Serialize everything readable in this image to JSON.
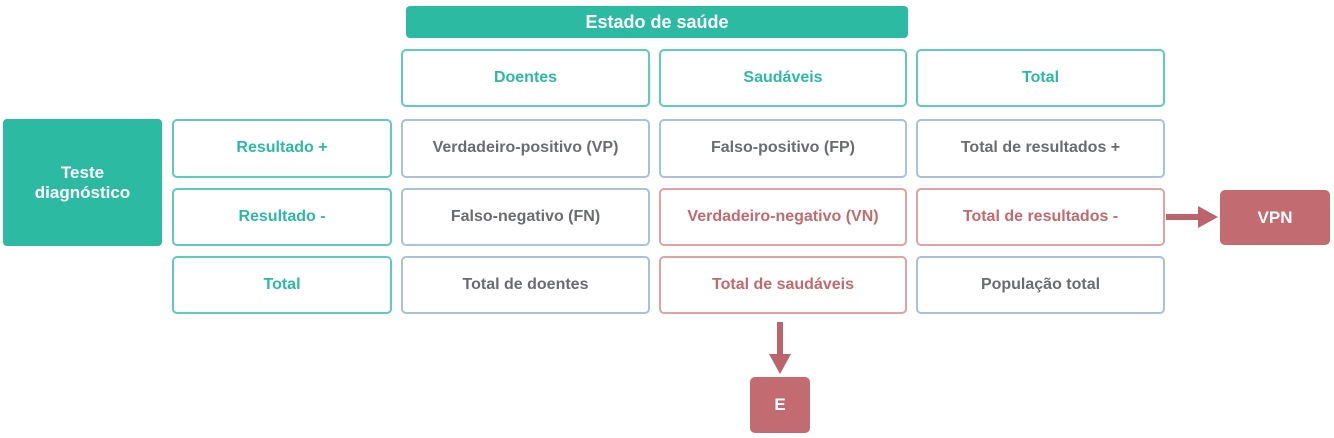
{
  "palette": {
    "teal_fill": "#2CBAA3",
    "teal_border": "#5FCCB9",
    "teal_text": "#2CBAA3",
    "blue_border": "#A9C2D9",
    "gray_text": "#6B6C6F",
    "red_border": "#DCA3A4",
    "red_text": "#C4696E",
    "red_fill": "#C26B70",
    "arrow_red": "#BB646B",
    "background": "#FFFFFF"
  },
  "table": {
    "health_header": "Estado de saúde",
    "corner_title": "Teste\ndiagnóstico",
    "col_headers": [
      "Doentes",
      "Saudáveis",
      "Total"
    ],
    "row_headers": [
      "Resultado +",
      "Resultado -",
      "Total"
    ],
    "cells": [
      [
        "Verdadeiro-positivo (VP)",
        "Falso-positivo (FP)",
        "Total de resultados +"
      ],
      [
        "Falso-negativo (FN)",
        "Verdadeiro-negativo (VN)",
        "Total de resultados -"
      ],
      [
        "Total de doentes",
        "Total de saudáveis",
        "População total"
      ]
    ]
  },
  "annotations": {
    "vpn_label": "VPN",
    "e_label": "E"
  }
}
